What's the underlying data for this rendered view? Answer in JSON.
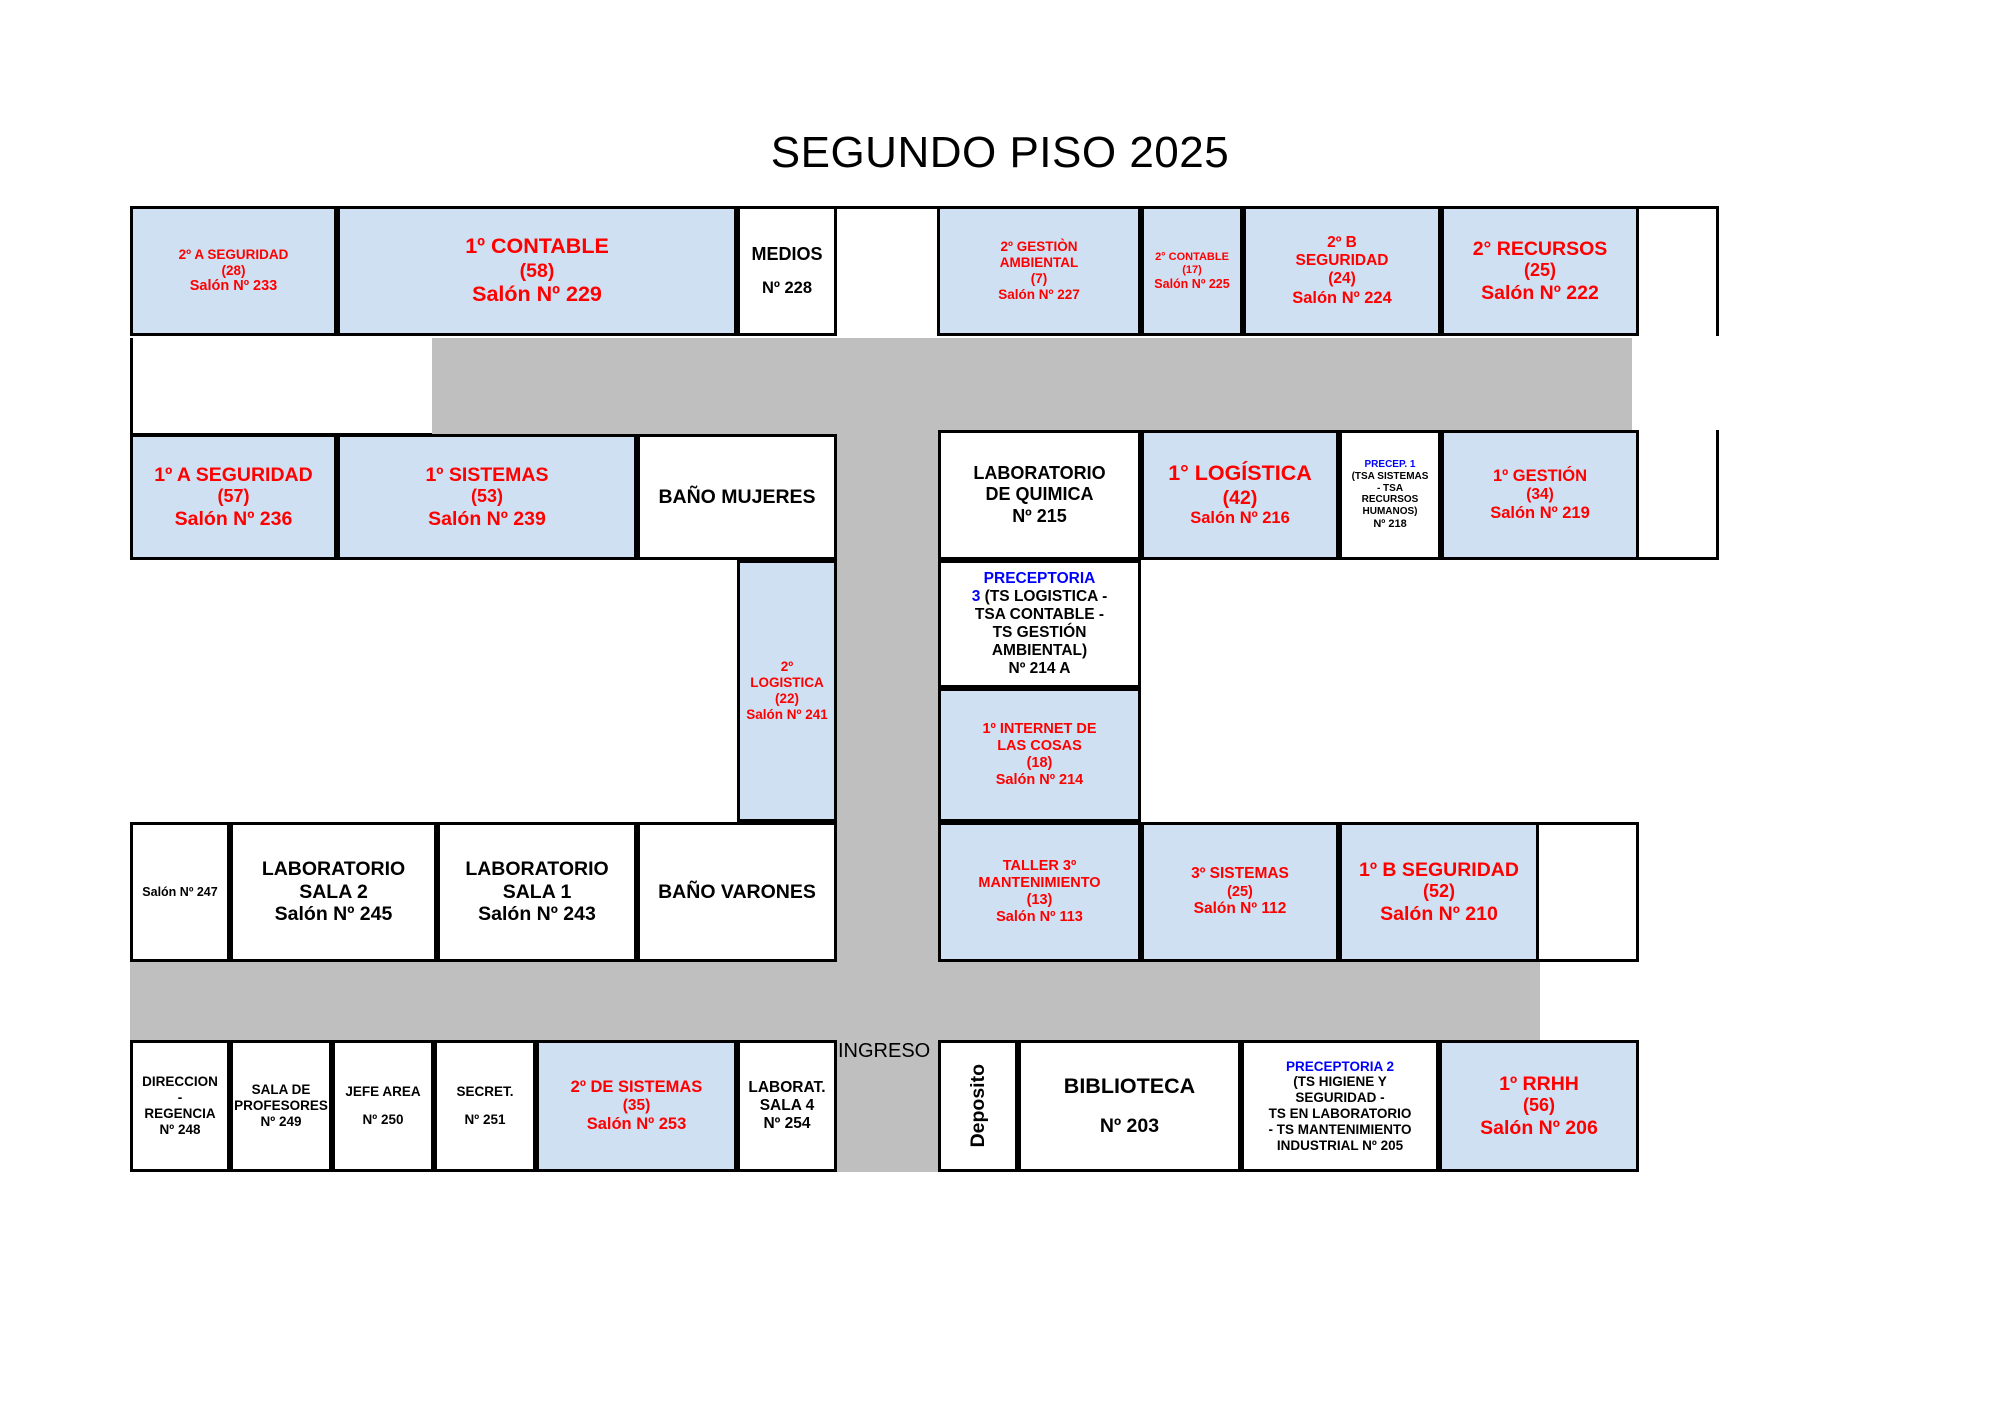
{
  "title": "SEGUNDO PISO 2025",
  "colors": {
    "classroom_fill": "#cfe0f3",
    "office_fill": "#ffffff",
    "corridor_fill": "#bfbfbf",
    "classroom_text": "#ff0000",
    "office_text": "#000000",
    "preceptoria_text": "#0000ff",
    "wall": "#000000"
  },
  "labels": {
    "ingreso": "INGRESO"
  },
  "rooms": {
    "r233": {
      "l1": "2º A SEGURIDAD",
      "l2": "(28)",
      "l3": "Salón Nº 233"
    },
    "r229": {
      "l1": "1º CONTABLE",
      "l2": "(58)",
      "l3": "Salón Nº 229"
    },
    "r228": {
      "l1": "MEDIOS",
      "l2": "Nº 228"
    },
    "r227": {
      "l1": "2º GESTIÒN",
      "l2": "AMBIENTAL",
      "l3": "(7)",
      "l4": "Salón Nº 227"
    },
    "r225": {
      "l1": "2° CONTABLE",
      "l2": "(17)",
      "l3": "Salón Nº 225"
    },
    "r224": {
      "l1": "2º B",
      "l2": "SEGURIDAD",
      "l3": "(24)",
      "l4": "Salón Nº 224"
    },
    "r222": {
      "l1": "2° RECURSOS",
      "l2": "(25)",
      "l3": "Salón Nº 222"
    },
    "r236": {
      "l1": "1º A SEGURIDAD",
      "l2": "(57)",
      "l3": "Salón Nº 236"
    },
    "r239": {
      "l1": "1º SISTEMAS",
      "l2": "(53)",
      "l3": "Salón Nº 239"
    },
    "bano_mujeres": {
      "l1": "BAÑO MUJERES"
    },
    "r215": {
      "l1": "LABORATORIO",
      "l2": "DE QUIMICA",
      "l3": "Nº 215"
    },
    "r216": {
      "l1": "1° LOGÍSTICA",
      "l2": "(42)",
      "l3": "Salón Nº 216"
    },
    "r218": {
      "l1": "PRECEP. 1",
      "l2": "(TSA SISTEMAS",
      "l3": "- TSA",
      "l4": "RECURSOS",
      "l5": "HUMANOS)",
      "l6": "Nº 218"
    },
    "r219": {
      "l1": "1º GESTIÓN",
      "l2": "(34)",
      "l3": "Salón Nº 219"
    },
    "r241": {
      "l1": "2º",
      "l2": "LOGISTICA",
      "l3": "(22)",
      "l4": "Salón Nº 241"
    },
    "r214a": {
      "l1": "PRECEPTORIA",
      "l2": "3",
      "l2b": " (TS LOGISTICA -",
      "l3": "TSA CONTABLE -",
      "l4": "TS GESTIÓN",
      "l5": "AMBIENTAL)",
      "l6": "Nº 214 A"
    },
    "r214": {
      "l1": "1º INTERNET DE",
      "l2": "LAS COSAS",
      "l3": "(18)",
      "l4": "Salón Nº 214"
    },
    "r247": {
      "l1": "Salón Nº 247"
    },
    "r245": {
      "l1": "LABORATORIO",
      "l2": "SALA 2",
      "l3": "Salón Nº 245"
    },
    "r243": {
      "l1": "LABORATORIO",
      "l2": "SALA 1",
      "l3": "Salón Nº 243"
    },
    "bano_varones": {
      "l1": "BAÑO VARONES"
    },
    "r113": {
      "l1": "TALLER    3º",
      "l2": "MANTENIMIENTO",
      "l3": "(13)",
      "l4": "Salón Nº 113"
    },
    "r112": {
      "l1": "3º SISTEMAS",
      "l2": "(25)",
      "l3": "Salón Nº 112"
    },
    "r210": {
      "l1": "1º B SEGURIDAD",
      "l2": "(52)",
      "l3": "Salón Nº 210"
    },
    "r248": {
      "l1": "DIRECCION",
      "l2": "-",
      "l3": "REGENCIA",
      "l4": "Nº 248"
    },
    "r249": {
      "l1": "SALA DE",
      "l2": "PROFESORES",
      "l3": "Nº 249"
    },
    "r250": {
      "l1": "JEFE AREA",
      "l2": "Nº 250"
    },
    "r251": {
      "l1": "SECRET.",
      "l2": "Nº 251"
    },
    "r253": {
      "l1": "2º DE SISTEMAS",
      "l2": "(35)",
      "l3": "Salón Nº 253"
    },
    "r254": {
      "l1": "LABORAT.",
      "l2": "SALA 4",
      "l3": "Nº 254"
    },
    "deposito": {
      "l1": "Deposito"
    },
    "r203": {
      "l1": "BIBLIOTECA",
      "l2": "Nº 203"
    },
    "r205": {
      "l1": "PRECEPTORIA 2",
      "l2": "(TS HIGIENE Y",
      "l3": "SEGURIDAD -",
      "l4": "TS EN LABORATORIO",
      "l5": "- TS MANTENIMIENTO",
      "l6": "INDUSTRIAL Nº 205"
    },
    "r206": {
      "l1": "1º RRHH",
      "l2": "(56)",
      "l3": "Salón Nº 206"
    }
  }
}
